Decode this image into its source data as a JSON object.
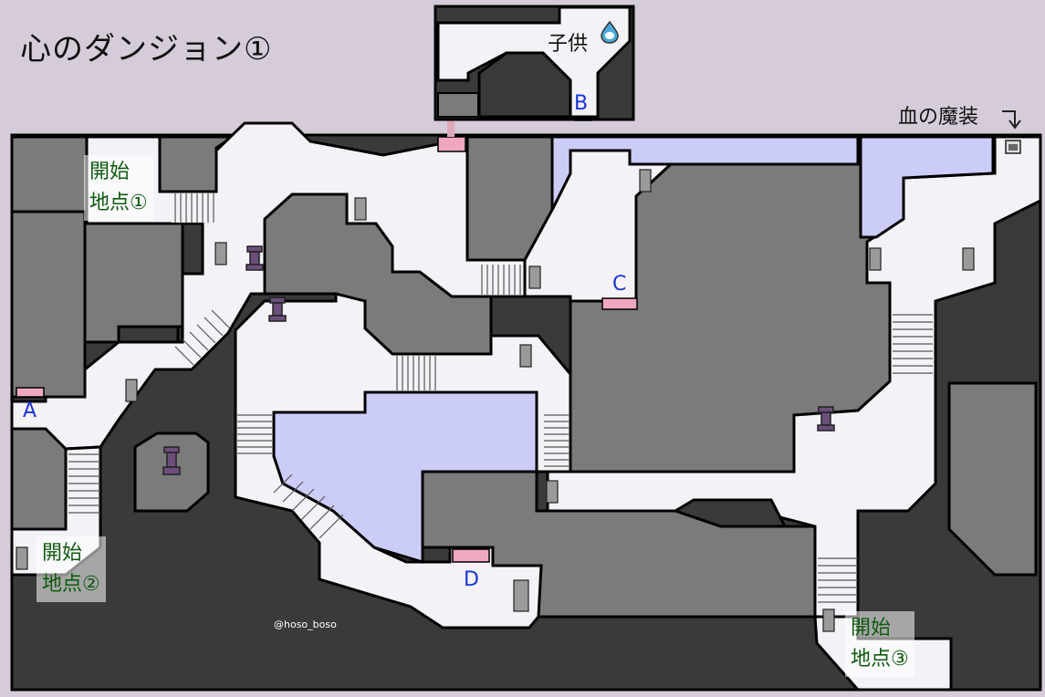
{
  "title": "心のダンジョン①",
  "labels": {
    "child": "子供",
    "blood_armor": "血の魔装"
  },
  "doors": {
    "a": "A",
    "b": "B",
    "c": "C",
    "d": "D"
  },
  "start_points": {
    "p1": [
      "開始",
      "地点①"
    ],
    "p2": [
      "開始",
      "地点②"
    ],
    "p3": [
      "開始",
      "地点③"
    ]
  },
  "credit": "@hoso_boso",
  "colors": {
    "background": "#d6ccd9",
    "wall": "#3a3a3a",
    "block": "#7b7b7b",
    "floor": "#f4f2f6",
    "water": "#ccccf8",
    "door_pink": "#f0a8c0",
    "start_label": "#0f5a0f",
    "door_label": "#1a35d6"
  }
}
